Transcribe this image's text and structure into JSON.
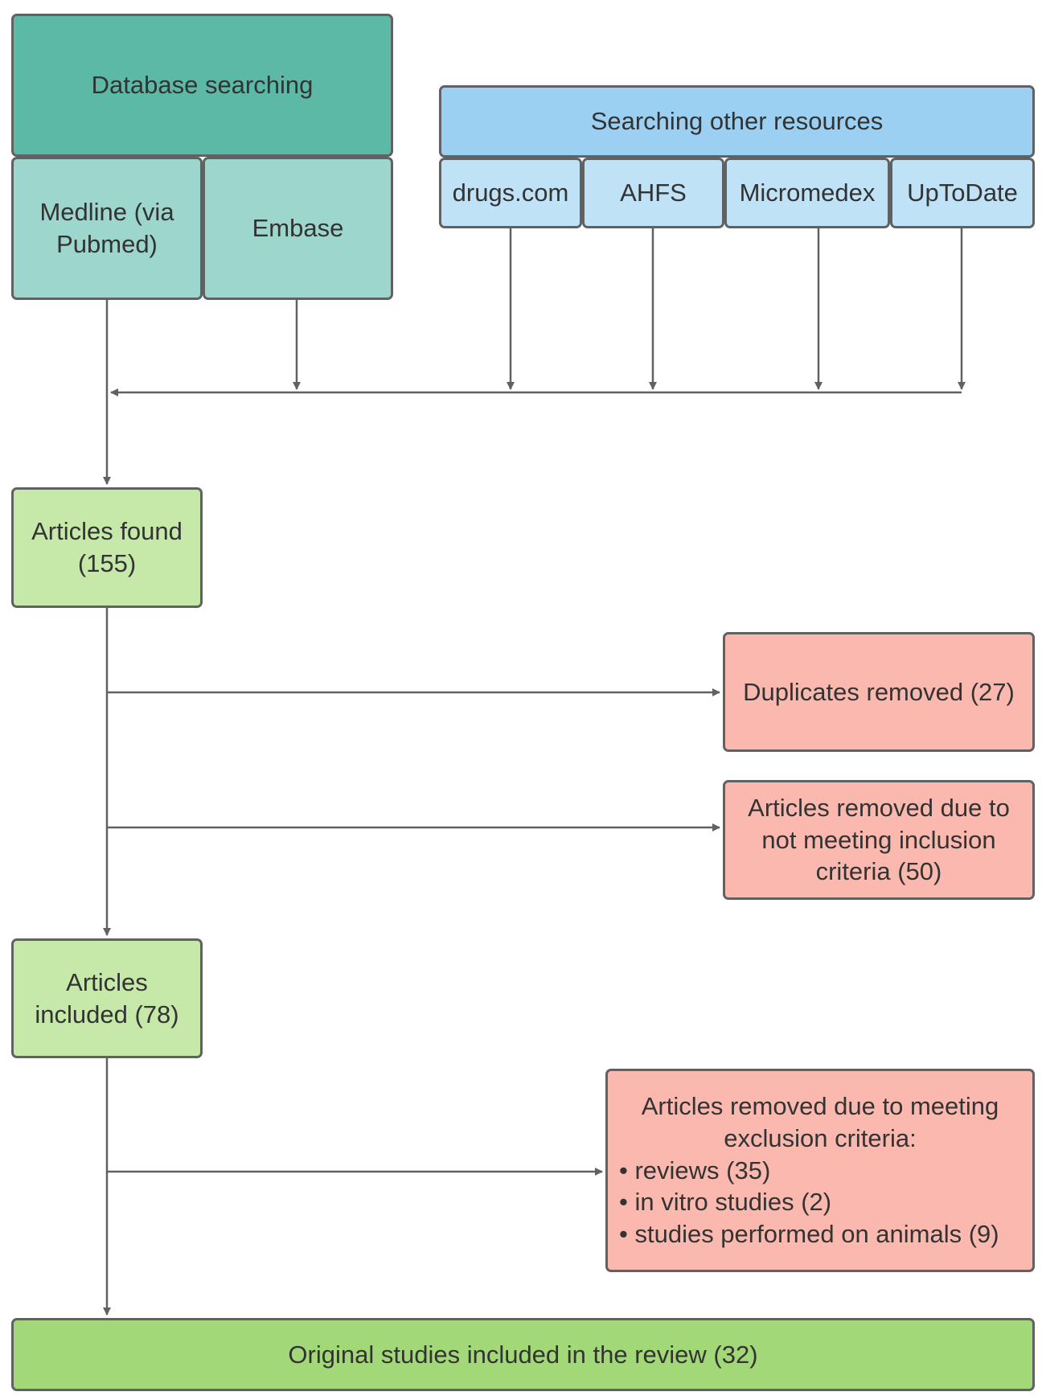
{
  "sources": {
    "database_searching": "Database searching",
    "medline": "Medline (via Pubmed)",
    "embase": "Embase",
    "other_resources": "Searching other resources",
    "drugs_com": "drugs.com",
    "ahfs": "AHFS",
    "micromedex": "Micromedex",
    "uptodate": "UpToDate"
  },
  "flow": {
    "articles_found": "Articles found (155)",
    "duplicates_removed": "Duplicates removed (27)",
    "not_meeting_inclusion": "Articles removed due to not meeting inclusion criteria (50)",
    "articles_included": "Articles included (78)",
    "exclusion_head": "Articles removed due to meeting exclusion criteria:",
    "exclusion_items": [
      "reviews (35)",
      "in vitro studies (2)",
      "studies performed on animals (9)"
    ],
    "final": "Original studies included in the review (32)"
  },
  "colors": {
    "line": "#5f6163",
    "teal_dark": "#5cb9a6",
    "teal_light": "#9cd6cc",
    "blue_dark": "#9bd0f2",
    "blue_light": "#bfe2f6",
    "green_light": "#c6e8a9",
    "green_dark": "#a3d879",
    "red": "#fbb8ae"
  }
}
